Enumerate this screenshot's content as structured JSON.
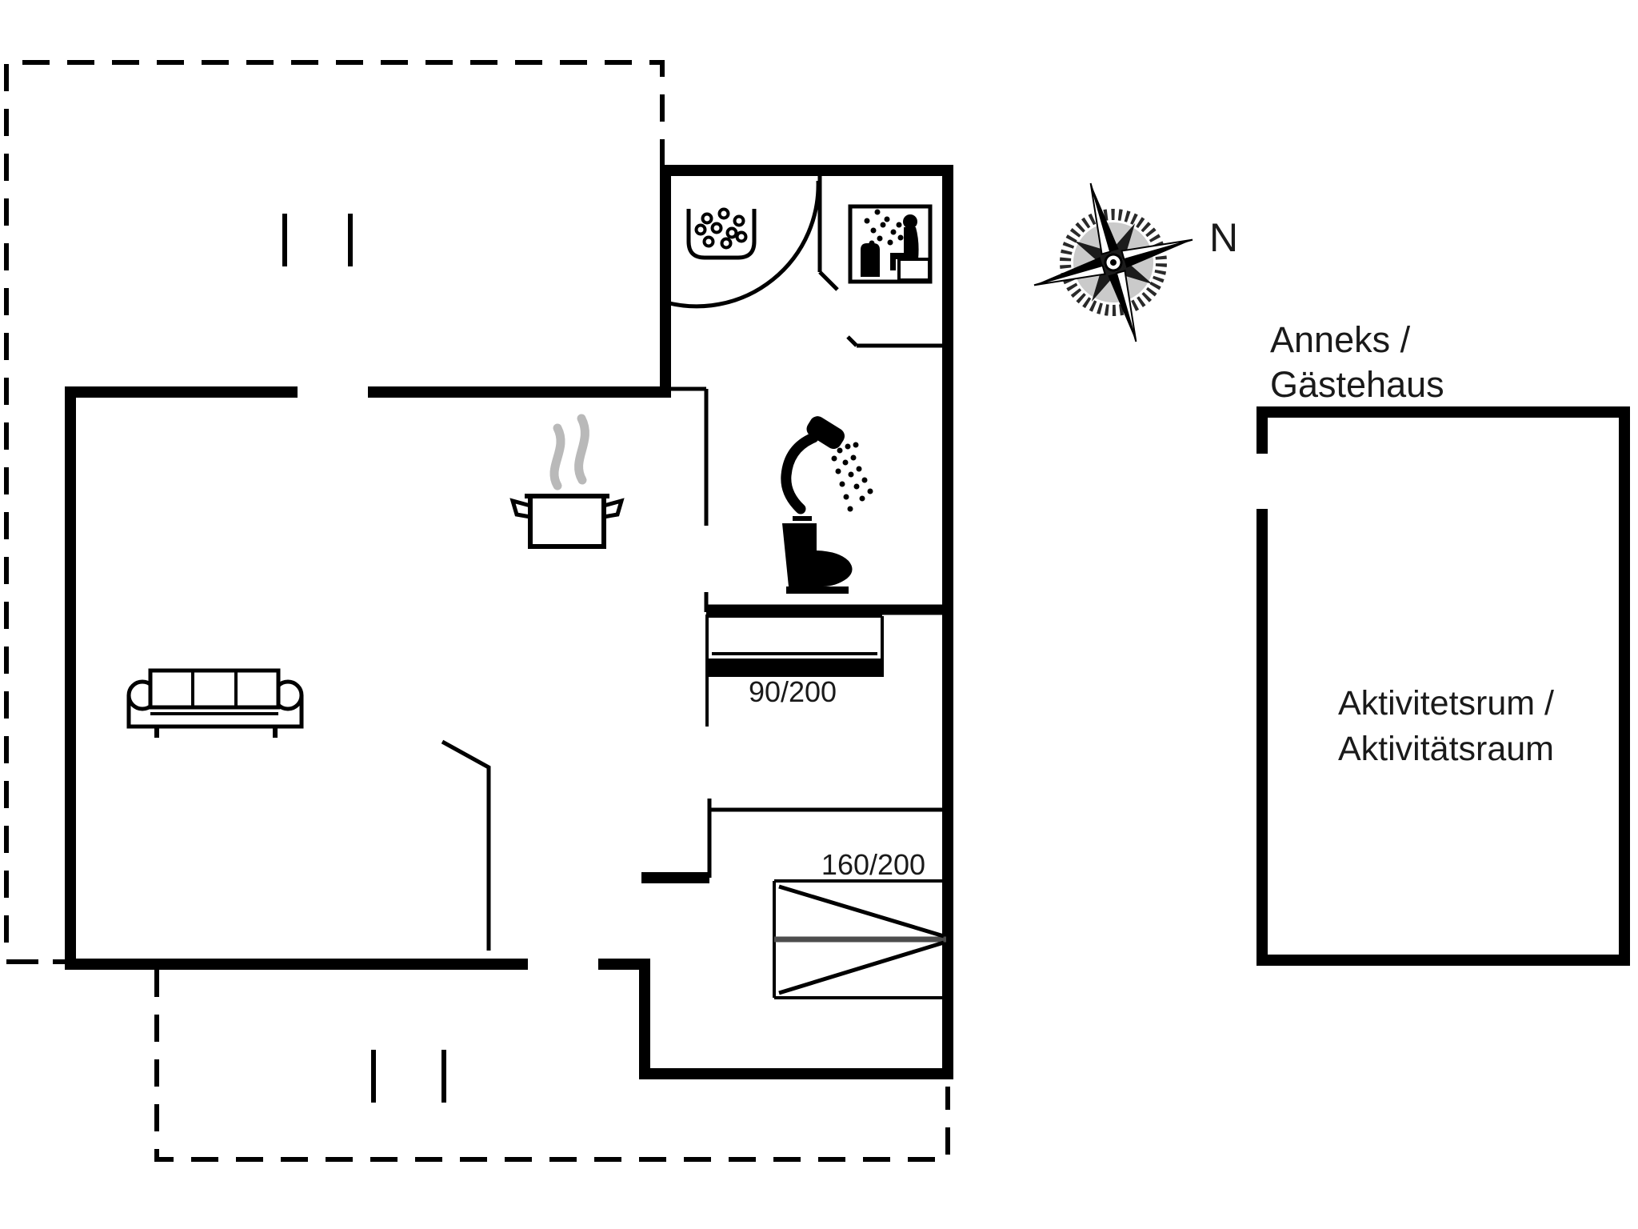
{
  "labels": {
    "north": "N",
    "annex_line1": "Anneks /",
    "annex_line2": "Gästehaus",
    "activity_line1": "Aktivitetsrum /",
    "activity_line2": "Aktivitätsraum",
    "bed_single": "90/200",
    "bed_double": "160/200"
  },
  "colors": {
    "wall": "#000000",
    "text": "#1a1a1a",
    "steam": "#b9b9b9",
    "bed_mid_line": "#4d4d4d",
    "background": "#ffffff"
  },
  "icons": {
    "compass": "compass-rose-icon",
    "sofa": "sofa-icon",
    "pot": "cooking-pot-icon",
    "washbasin": "washbasin-icon",
    "sauna": "sauna-icon",
    "shower": "shower-icon",
    "toilet": "toilet-icon"
  }
}
